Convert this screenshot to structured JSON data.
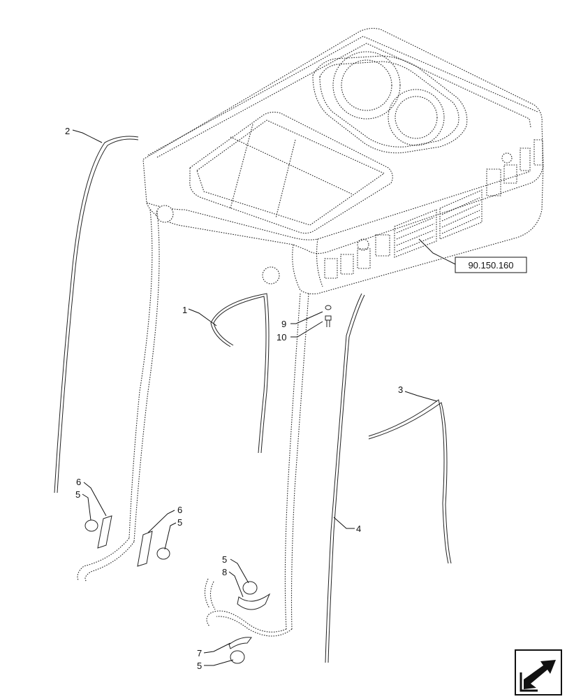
{
  "reference_box": "90.150.160",
  "callouts": [
    {
      "id": "c2",
      "text": "2"
    },
    {
      "id": "c1",
      "text": "1"
    },
    {
      "id": "c9",
      "text": "9"
    },
    {
      "id": "c10",
      "text": "10"
    },
    {
      "id": "c3",
      "text": "3"
    },
    {
      "id": "c4",
      "text": "4"
    },
    {
      "id": "c6a",
      "text": "6"
    },
    {
      "id": "c5a",
      "text": "5"
    },
    {
      "id": "c6b",
      "text": "6"
    },
    {
      "id": "c5b",
      "text": "5"
    },
    {
      "id": "c5c",
      "text": "5"
    },
    {
      "id": "c8",
      "text": "8"
    },
    {
      "id": "c7",
      "text": "7"
    },
    {
      "id": "c5d",
      "text": "5"
    }
  ],
  "icons": {
    "corner": "arrow-navigation-icon"
  }
}
